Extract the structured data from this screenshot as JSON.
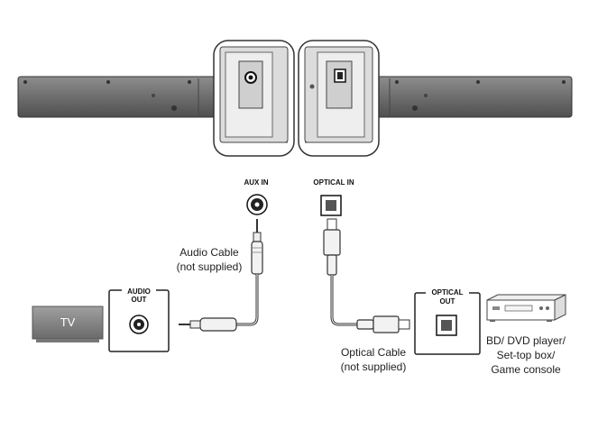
{
  "ports": {
    "aux_in": "AUX IN",
    "optical_in": "OPTICAL IN",
    "audio_out_line1": "AUDIO",
    "audio_out_line2": "OUT",
    "optical_out_line1": "OPTICAL",
    "optical_out_line2": "OUT"
  },
  "devices": {
    "tv": "TV",
    "player_line1": "BD/ DVD player/",
    "player_line2": "Set-top box/",
    "player_line3": "Game console"
  },
  "cables": {
    "audio_line1": "Audio Cable",
    "audio_line2": "(not supplied)",
    "optical_line1": "Optical Cable",
    "optical_line2": "(not supplied)"
  },
  "colors": {
    "soundbar": "#6f6f6f",
    "outline": "#2a2a2a",
    "tv": "#8a8a8a"
  }
}
